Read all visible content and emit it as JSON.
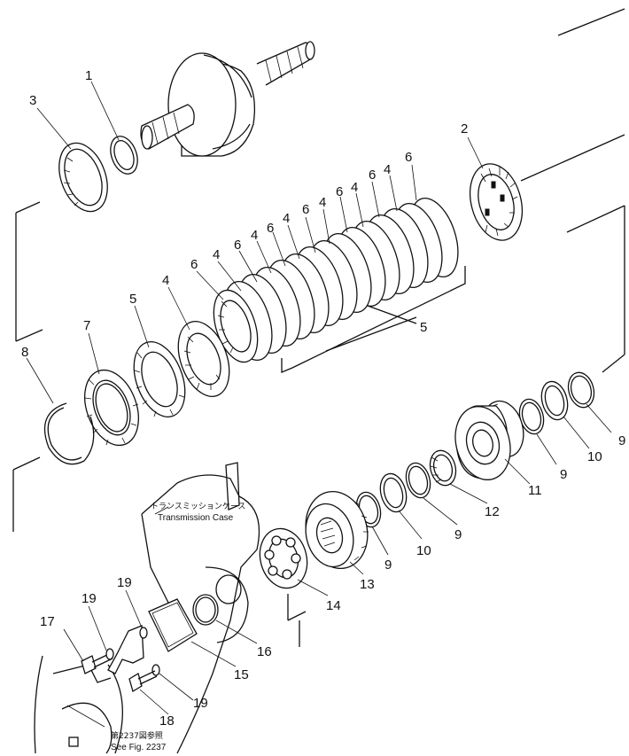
{
  "callouts": [
    "1",
    "2",
    "3",
    "4",
    "5",
    "6",
    "7",
    "8",
    "9",
    "10",
    "11",
    "12",
    "13",
    "14",
    "15",
    "16",
    "17",
    "18",
    "19"
  ],
  "case_label": {
    "jp": "トランスミッションケース",
    "en": "Transmission Case"
  },
  "reference": {
    "jp": "第2237図参照",
    "en": "See Fig. 2237"
  }
}
